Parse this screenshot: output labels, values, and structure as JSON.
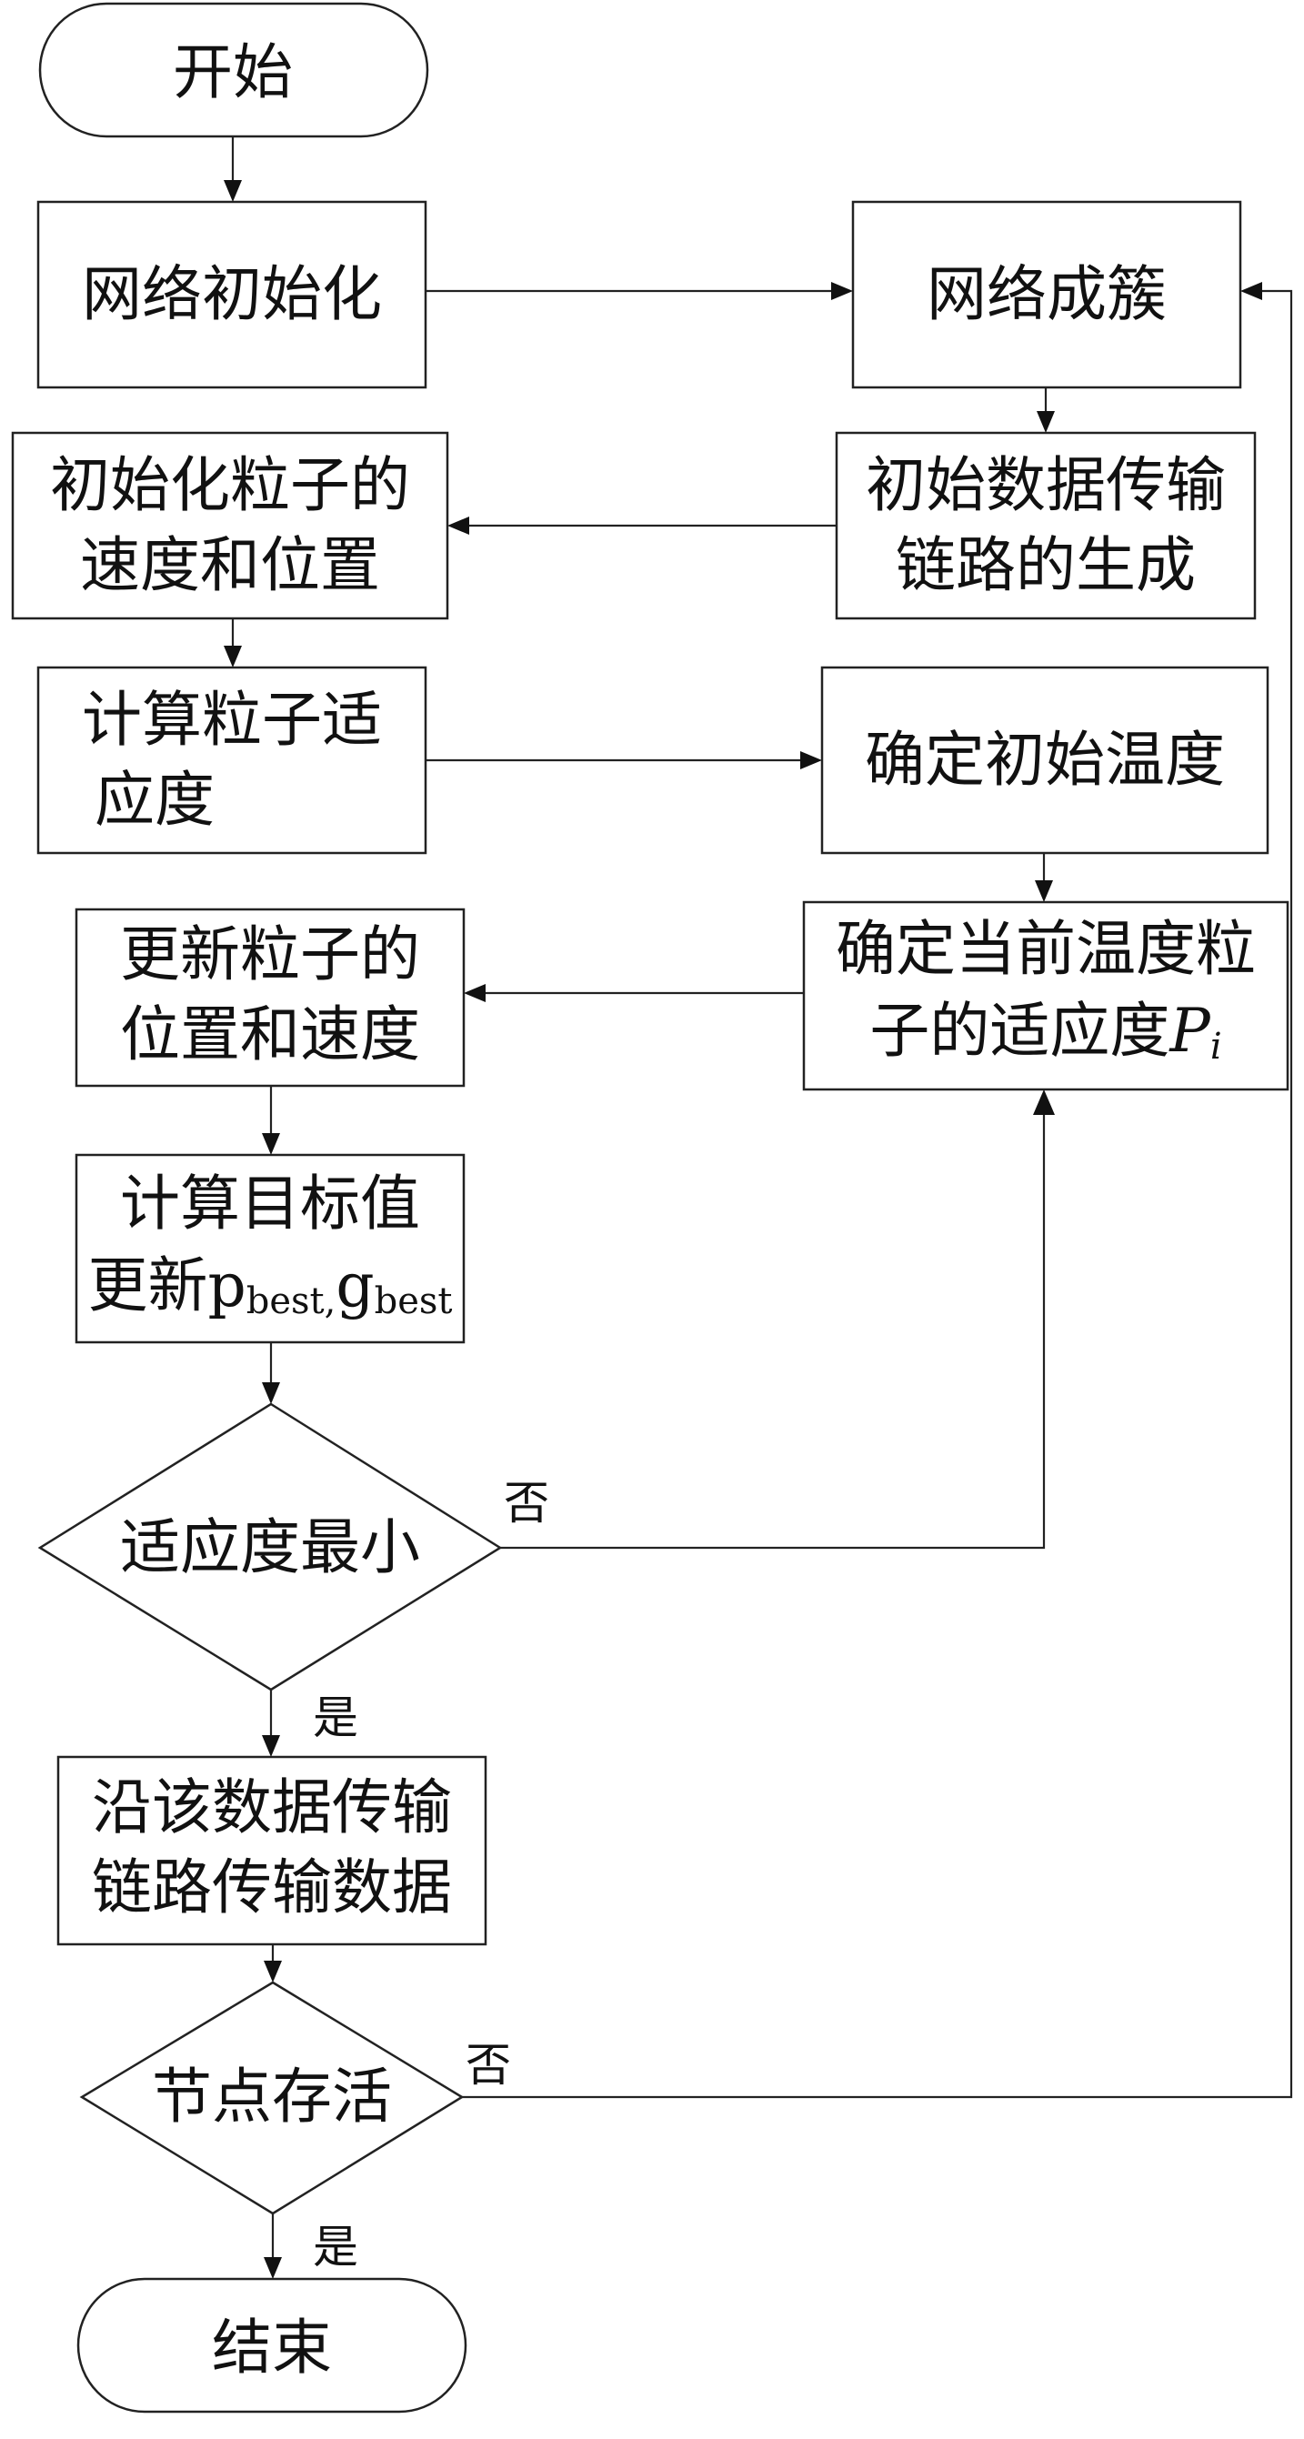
{
  "nodes": {
    "start": "开始",
    "net_init": "网络初始化",
    "clustering": "网络成簇",
    "init_particle": [
      "初始化粒子的",
      "速度和位置"
    ],
    "init_link": [
      "初始数据传输",
      "链路的生成"
    ],
    "calc_fitness": [
      "计算粒子适",
      "应度"
    ],
    "init_temp": "确定初始温度",
    "update_particle": [
      "更新粒子的",
      "位置和速度"
    ],
    "cur_temp_line1": "确定当前温度粒",
    "cur_temp_line2": "子的适应度",
    "cur_temp_var": "P",
    "cur_temp_sub": "i",
    "calc_target_line1": "计算目标值",
    "calc_target_prefix": "更新",
    "p_letter": "p",
    "best_sub": "best,",
    "g_letter": "g",
    "best_sub2": "best",
    "min_fitness": "适应度最小",
    "transmit": [
      "沿该数据传输",
      "链路传输数据"
    ],
    "node_alive": "节点存活",
    "end": "结束"
  },
  "branches": {
    "no_1": "否",
    "yes_1": "是",
    "no_2": "否",
    "yes_2": "是"
  }
}
